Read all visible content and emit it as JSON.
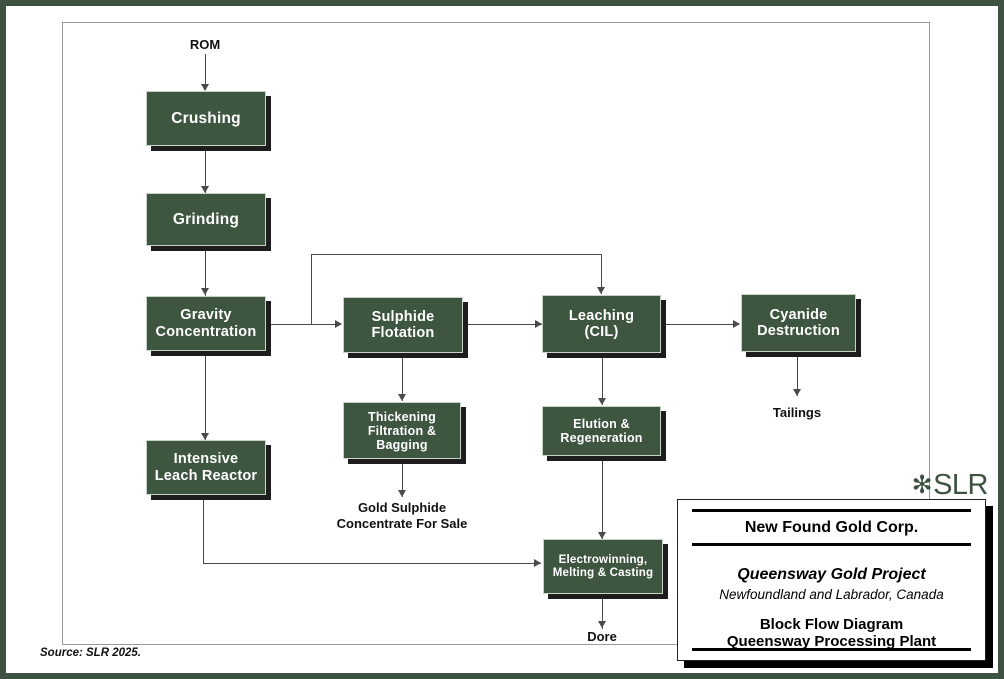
{
  "frame": {
    "border_color": "#3d5240",
    "inner_border_color": "#9a9a9a"
  },
  "palette": {
    "box_fill": "#3e5540",
    "box_inner_border": "#c9d2c9",
    "box_shadow": "#1d1d1d",
    "line": "#4a4a4a",
    "text_on_box": "#ffffff",
    "logo": "#3d5240"
  },
  "diagram": {
    "boxes": [
      {
        "id": "crushing",
        "label": "Crushing"
      },
      {
        "id": "grinding",
        "label": "Grinding"
      },
      {
        "id": "gravity",
        "label": "Gravity\nConcentration"
      },
      {
        "id": "intensive",
        "label": "Intensive\nLeach Reactor"
      },
      {
        "id": "sulphide",
        "label": "Sulphide\nFlotation"
      },
      {
        "id": "thickening",
        "label": "Thickening\nFiltration &\nBagging"
      },
      {
        "id": "leaching",
        "label": "Leaching\n(CIL)"
      },
      {
        "id": "elution",
        "label": "Elution &\nRegeneration"
      },
      {
        "id": "cyanide",
        "label": "Cyanide\nDestruction"
      },
      {
        "id": "electrowinning",
        "label": "Electrowinning,\nMelting & Casting"
      }
    ],
    "stream_labels": [
      {
        "id": "rom",
        "label": "ROM"
      },
      {
        "id": "tailings",
        "label": "Tailings"
      },
      {
        "id": "gold-sulphide",
        "label": "Gold Sulphide\nConcentrate For Sale"
      },
      {
        "id": "dore",
        "label": "Dore"
      }
    ]
  },
  "logo": {
    "mark": "✻",
    "word": "SLR"
  },
  "title_block": {
    "client": "New Found Gold Corp.",
    "project": "Queensway Gold Project",
    "location": "Newfoundland and Labrador, Canada",
    "drawing": "Block Flow Diagram\nQueensway Processing Plant"
  },
  "source_note": "Source: SLR 2025."
}
